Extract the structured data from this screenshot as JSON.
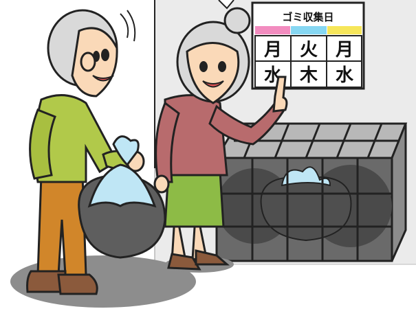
{
  "poster": {
    "title": "ゴミ収集日",
    "days": [
      "月",
      "火",
      "月",
      "水",
      "木",
      "水"
    ],
    "stripe_colors": [
      "#f28cbf",
      "#86d7f2",
      "#f6e65a"
    ]
  },
  "palette": {
    "wall": "#ebebeb",
    "skin": "#fad9b8",
    "man_shirt": "#b1c94a",
    "man_pants": "#d1862a",
    "woman_sweater": "#b86b6d",
    "woman_skirt": "#8dbb46",
    "hair": "#d9d9d9",
    "bag_blue": "#bfe6f5",
    "bag_dark": "#5e5e5e",
    "shadow": "#8d8d8d",
    "shoes": "#8b5a3c"
  }
}
